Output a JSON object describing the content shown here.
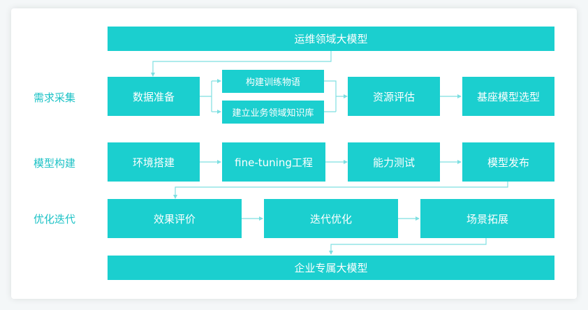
{
  "colors": {
    "box": "#1bcfcf",
    "arrow": "#7edfe1",
    "label": "#1cc2c6"
  },
  "top_box": "运维领域大模型",
  "bottom_box": "企业专属大模型",
  "stages": {
    "requirements": "需求采集",
    "model_build": "模型构建",
    "optimize": "优化迭代"
  },
  "row1": {
    "data_prep": "数据准备",
    "build_corpus": "构建训练物语",
    "build_kb": "建立业务领域知识库",
    "resource_eval": "资源评估",
    "base_model_select": "基座模型选型"
  },
  "row2": {
    "env_setup": "环境搭建",
    "fine_tuning": "fine-tuning工程",
    "capability_test": "能力测试",
    "model_release": "模型发布"
  },
  "row3": {
    "effect_eval": "效果评价",
    "iterate": "迭代优化",
    "scenario_expand": "场景拓展"
  }
}
